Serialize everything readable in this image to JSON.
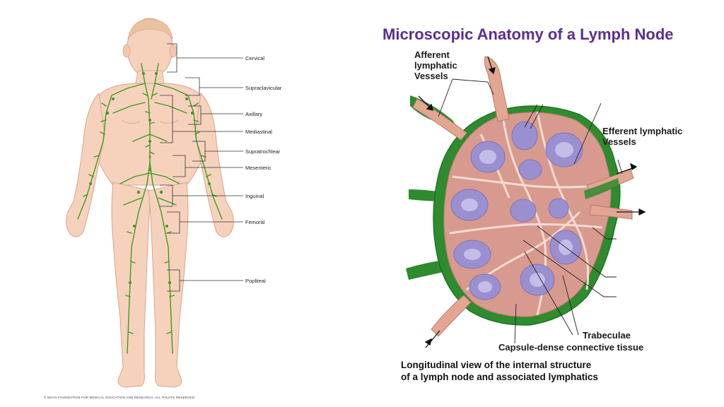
{
  "body_diagram": {
    "labels": {
      "cervical": "Cervical",
      "supraclavicular": "Supraclavicular",
      "axillary": "Axillary",
      "mediastinal": "Mediastinal",
      "supratrochlear": "Supratrochlear",
      "mesenteric": "Mesenteric",
      "inguinal": "Inguinal",
      "femoral": "Femoral",
      "popliteal": "Popliteal"
    },
    "copyright": "© MAYO FOUNDATION FOR MEDICAL EDUCATION AND RESEARCH. ALL RIGHTS RESERVED."
  },
  "node_diagram": {
    "title": "Microscopic Anatomy of a Lymph Node",
    "afferent_line1": "Afferent",
    "afferent_line2": "lymphatic",
    "afferent_line3": "Vessels",
    "efferent_line1": "Efferent lymphatic",
    "efferent_line2": "Vessels",
    "trabeculae": "Trabeculae",
    "capsule": "Capsule-dense connective tissue",
    "caption_line1": "Longitudinal view of the internal structure",
    "caption_line2": "of a lymph node and associated lymphatics"
  },
  "colors": {
    "skin": "#f6d2bd",
    "lymph_green": "#3f9a1e",
    "capsule_green": "#2e8b2e",
    "node_pink": "#d89a8e",
    "follicle_purple": "#9a8fcf",
    "title_purple": "#5c2d91"
  }
}
